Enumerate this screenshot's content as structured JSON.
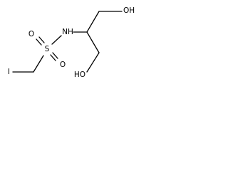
{
  "molecule": {
    "atoms": {
      "oh_top": "OH",
      "oh_bottom": "HO",
      "nh": "NH",
      "s": "S",
      "o_upper": "O",
      "o_lower": "O",
      "iodine": "I"
    },
    "colors": {
      "bond": "#000000",
      "text": "#000000",
      "background": "#ffffff"
    }
  }
}
